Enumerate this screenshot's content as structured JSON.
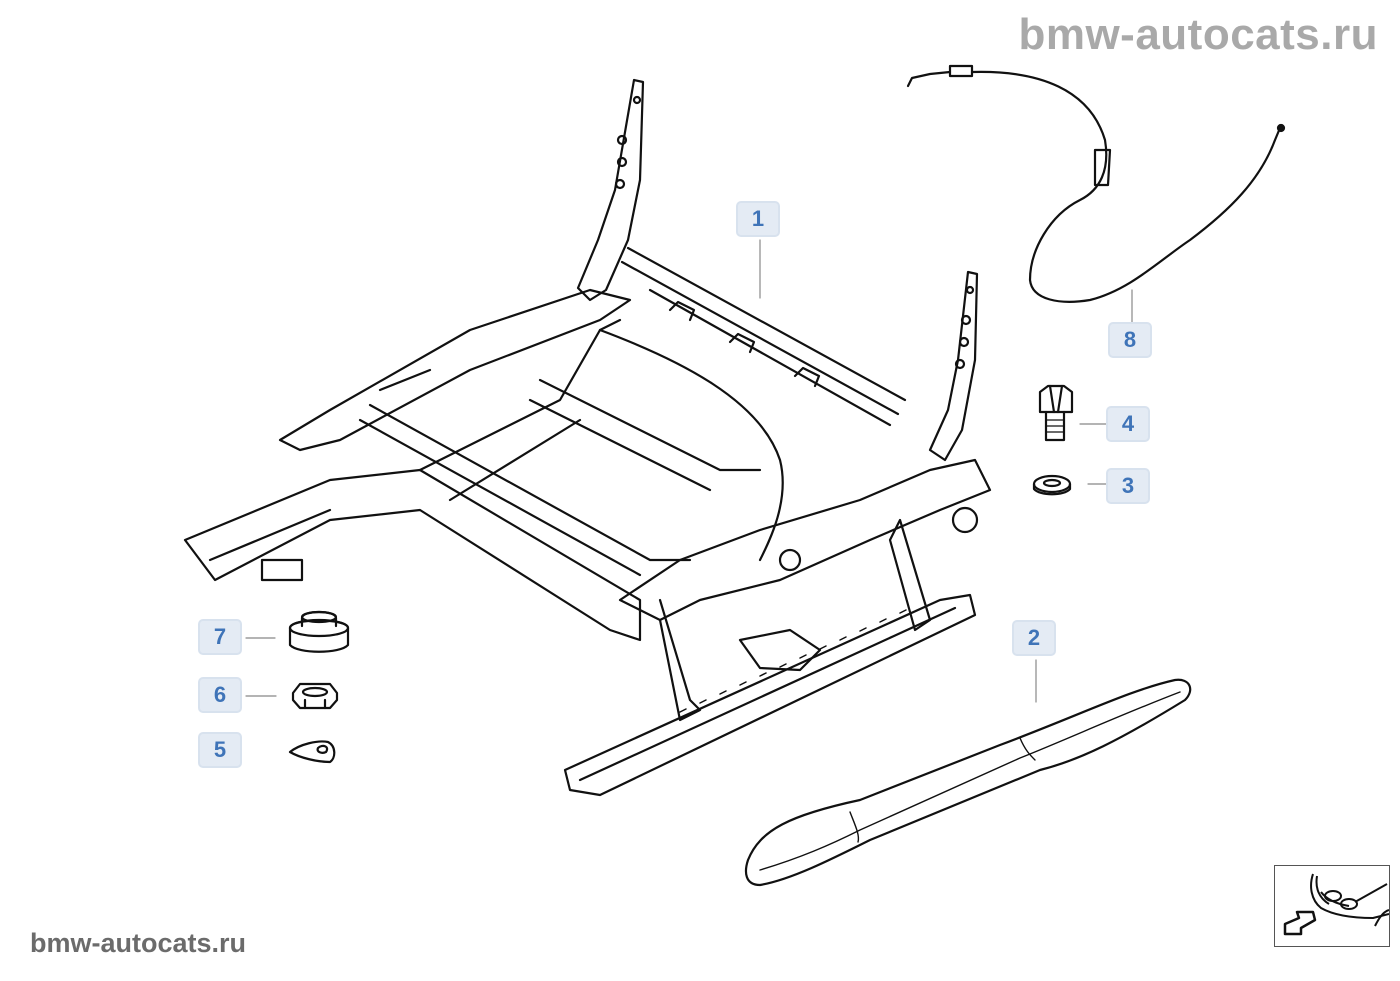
{
  "watermarks": {
    "top": "bmw-autocats.ru",
    "bottom": "bmw-autocats.ru"
  },
  "diagram": {
    "subject": "seat frame / seat rail assembly",
    "callouts": [
      {
        "id": "1",
        "label": "1",
        "part": "seat frame"
      },
      {
        "id": "2",
        "label": "2",
        "part": "rail cover"
      },
      {
        "id": "3",
        "label": "3",
        "part": "washer"
      },
      {
        "id": "4",
        "label": "4",
        "part": "hex bolt"
      },
      {
        "id": "5",
        "label": "5",
        "part": "clip"
      },
      {
        "id": "6",
        "label": "6",
        "part": "hex nut"
      },
      {
        "id": "7",
        "label": "7",
        "part": "cap / bushing"
      },
      {
        "id": "8",
        "label": "8",
        "part": "bowden cable"
      }
    ],
    "callout_color": "#3f74b8",
    "callout_bg": "#e4ebf4"
  },
  "navigation": {
    "back_icon": "car-front-arrow-icon"
  }
}
